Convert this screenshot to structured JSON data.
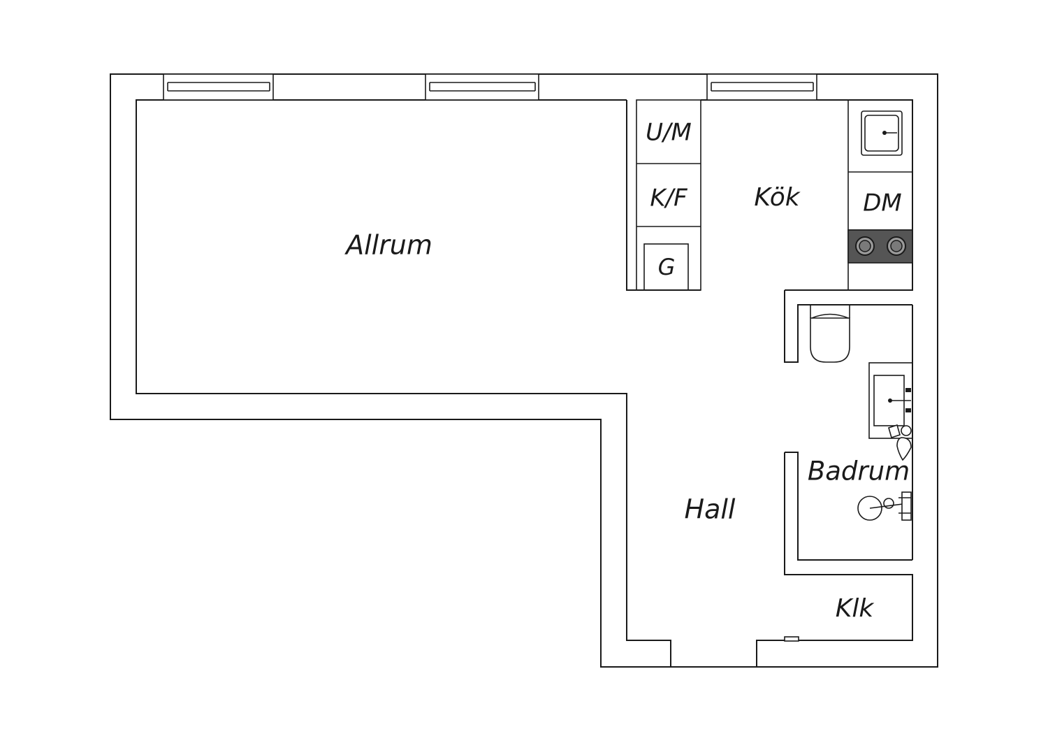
{
  "floor_plan": {
    "rooms": {
      "allrum": "Allrum",
      "kok": "Kök",
      "hall": "Hall",
      "badrum": "Badrum",
      "klk": "Klk"
    },
    "appliances": {
      "um": "U/M",
      "kf": "K/F",
      "g": "G",
      "dm": "DM"
    },
    "colors": {
      "line": "#1a1a1a",
      "stove_top": "#555555",
      "background": "#ffffff"
    }
  }
}
